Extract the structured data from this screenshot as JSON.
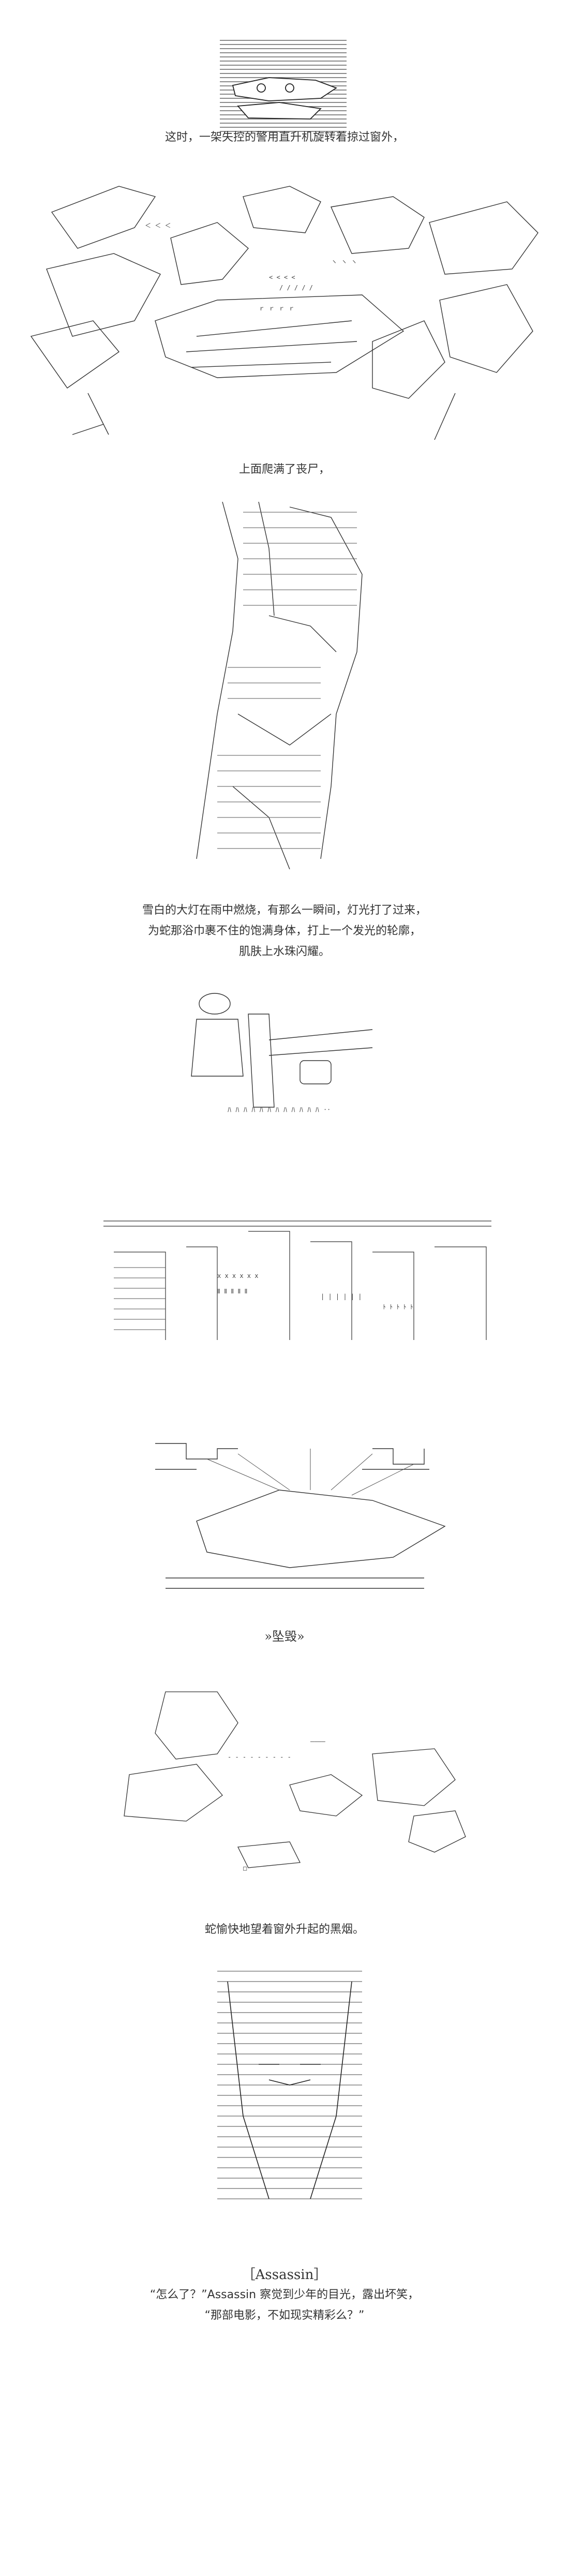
{
  "captions": {
    "c1": "这时，一架失控的警用直升机旋转着掠过窗外，",
    "c2": "上面爬满了丧尸，",
    "c3_line1": "雪白的大灯在雨中燃烧，有那么一瞬间，灯光打了过来，",
    "c3_line2": "为蛇那浴巾裹不住的饱满身体，打上一个发光的轮廓，",
    "c3_line3": "肌肤上水珠闪耀。",
    "c4": "»坠毁»",
    "c5": "蛇愉快地望着窗外升起的黑烟。",
    "speaker": "［Assassin］",
    "dialog1": "“怎么了？”Assassin 察觉到少年的目光，露出坏笑，",
    "dialog2": "“那部电影，不如现实精彩么？”"
  },
  "art": {
    "a1": "ascii-art-helicopter-closeup",
    "a2": "ascii-art-helicopter-zombies",
    "a3": "ascii-art-woman-silhouette",
    "a4": "ascii-art-window-rain",
    "a5": "ascii-art-city-skyline",
    "a6": "ascii-art-crash-explosion",
    "a7": "ascii-art-smoke-over-city",
    "a8": "ascii-art-assassin-face"
  }
}
